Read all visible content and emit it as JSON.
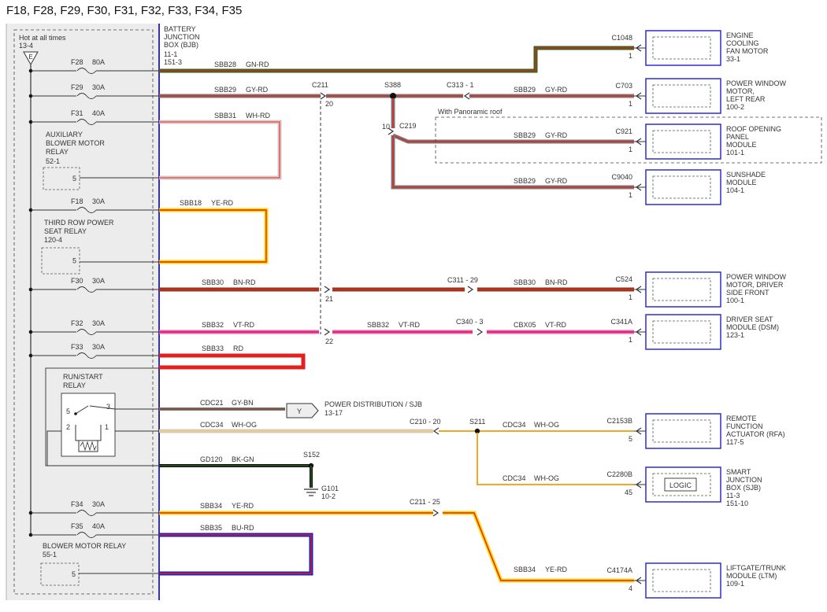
{
  "title": "F18, F28, F29, F30, F31, F32, F33, F34, F35",
  "bjb": {
    "hot_label": "Hot at all times",
    "hot_ref": "13-4",
    "hot_symbol": "E",
    "name": [
      "BATTERY",
      "JUNCTION",
      "BOX (BJB)"
    ],
    "ref1": "11-1",
    "ref2": "151-3"
  },
  "fuses": [
    {
      "id": "F28",
      "rating": "80A"
    },
    {
      "id": "F29",
      "rating": "30A"
    },
    {
      "id": "F31",
      "rating": "40A"
    },
    {
      "id": "F18",
      "rating": "30A"
    },
    {
      "id": "F30",
      "rating": "30A"
    },
    {
      "id": "F32",
      "rating": "30A"
    },
    {
      "id": "F33",
      "rating": "30A"
    },
    {
      "id": "F34",
      "rating": "30A"
    },
    {
      "id": "F35",
      "rating": "40A"
    }
  ],
  "relays": [
    {
      "name": [
        "AUXILIARY",
        "BLOWER MOTOR",
        "RELAY"
      ],
      "ref": "52-1",
      "pin": "5"
    },
    {
      "name": [
        "THIRD ROW POWER",
        "SEAT RELAY"
      ],
      "ref": "120-4",
      "pin": "5"
    },
    {
      "name": [
        "RUN/START",
        "RELAY"
      ],
      "ref": "",
      "pins": [
        "5",
        "3",
        "2",
        "1"
      ]
    },
    {
      "name": [
        "BLOWER MOTOR RELAY"
      ],
      "ref": "55-1",
      "pin": "5"
    }
  ],
  "wires": [
    {
      "circuit": "SBB28",
      "color": "GN-RD"
    },
    {
      "circuit": "SBB29",
      "color": "GY-RD"
    },
    {
      "circuit": "SBB31",
      "color": "WH-RD"
    },
    {
      "circuit": "SBB18",
      "color": "YE-RD"
    },
    {
      "circuit": "SBB30",
      "color": "BN-RD"
    },
    {
      "circuit": "SBB32",
      "color": "VT-RD"
    },
    {
      "circuit": "SBB33",
      "color": "RD"
    },
    {
      "circuit": "CDC21",
      "color": "GY-BN"
    },
    {
      "circuit": "CDC34",
      "color": "WH-OG"
    },
    {
      "circuit": "GD120",
      "color": "BK-GN"
    },
    {
      "circuit": "SBB34",
      "color": "YE-RD"
    },
    {
      "circuit": "SBB35",
      "color": "BU-RD"
    },
    {
      "circuit": "SBB29",
      "color": "GY-RD"
    },
    {
      "circuit": "SBB29",
      "color": "GY-RD"
    },
    {
      "circuit": "SBB29",
      "color": "GY-RD"
    },
    {
      "circuit": "SBB30",
      "color": "BN-RD"
    },
    {
      "circuit": "CBX05",
      "color": "VT-RD"
    },
    {
      "circuit": "SBB32",
      "color": "VT-RD"
    },
    {
      "circuit": "CDC34",
      "color": "WH-OG"
    },
    {
      "circuit": "CDC34",
      "color": "WH-OG"
    },
    {
      "circuit": "SBB34",
      "color": "YE-RD"
    }
  ],
  "connectors": {
    "c211": "C211",
    "pin20": "20",
    "pin21": "21",
    "pin22": "22",
    "s388": "S388",
    "c313": "C313 - 1",
    "c219": "C219",
    "pin10": "10",
    "panoramic": "With Panoramic roof",
    "c311": "C311 - 29",
    "c340": "C340 - 3",
    "c210": "C210 - 20",
    "s211": "S211",
    "s152": "S152",
    "g101": "G101",
    "g101_ref": "10-2",
    "c211b": "C211 - 25",
    "pd_symbol": "Y",
    "pd_label": "POWER DISTRIBUTION / SJB",
    "pd_ref": "13-17"
  },
  "modules": [
    {
      "conn": "C1048",
      "pin": "1",
      "name": [
        "ENGINE",
        "COOLING",
        "FAN MOTOR"
      ],
      "ref": "33-1"
    },
    {
      "conn": "C703",
      "pin": "1",
      "name": [
        "POWER WINDOW",
        "MOTOR,",
        "LEFT REAR"
      ],
      "ref": "100-2"
    },
    {
      "conn": "C921",
      "pin": "1",
      "name": [
        "ROOF OPENING",
        "PANEL",
        "MODULE"
      ],
      "ref": "101-1"
    },
    {
      "conn": "C9040",
      "pin": "1",
      "name": [
        "SUNSHADE",
        "MODULE"
      ],
      "ref": "104-1"
    },
    {
      "conn": "C524",
      "pin": "1",
      "name": [
        "POWER WINDOW",
        "MOTOR, DRIVER",
        "SIDE FRONT"
      ],
      "ref": "100-1"
    },
    {
      "conn": "C341A",
      "pin": "1",
      "name": [
        "DRIVER SEAT",
        "MODULE (DSM)"
      ],
      "ref": "123-1"
    },
    {
      "conn": "C2153B",
      "pin": "5",
      "name": [
        "REMOTE",
        "FUNCTION",
        "ACTUATOR (RFA)"
      ],
      "ref": "117-5"
    },
    {
      "conn": "C2280B",
      "pin": "45",
      "name": [
        "SMART",
        "JUNCTION",
        "BOX (SJB)"
      ],
      "ref": "11-3",
      "ref2": "151-10",
      "inner": "LOGIC"
    },
    {
      "conn": "C4174A",
      "pin": "4",
      "name": [
        "LIFTGATE/TRUNK",
        "MODULE (LTM)"
      ],
      "ref": "109-1"
    }
  ],
  "colors": {
    "GN": "#2e6b1f",
    "RD": "#e32020",
    "GY": "#7a7a7a",
    "WH": "#ffffff",
    "YE": "#ffd700",
    "BN": "#8b3a1a",
    "VT": "#e35fcf",
    "BK": "#111111",
    "OG": "#f5a623",
    "BU": "#2222bb",
    "frame": "#2e2ecc",
    "panel": "#ececec"
  }
}
